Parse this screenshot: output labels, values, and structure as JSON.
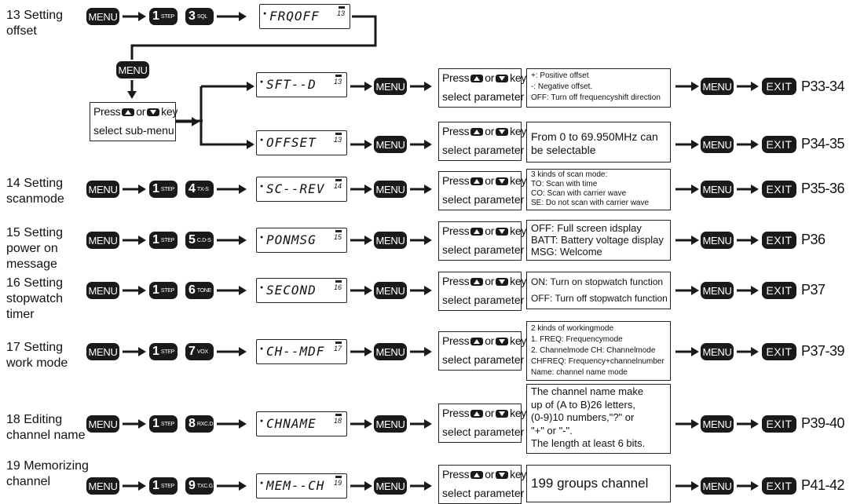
{
  "keys": {
    "menu": "MENU",
    "exit": "EXIT",
    "step": "STEP"
  },
  "press": {
    "press_word": "Press",
    "or_word": "or",
    "key_word": "key",
    "select_parameter": "select parameter",
    "select_submenu": "select sub-menu"
  },
  "icons": {
    "up_key": "up-arrow-key-icon",
    "down_key": "down-arrow-key-icon",
    "flow_arrow": "right-arrow-icon"
  },
  "rows": {
    "r13": {
      "label": "13 Setting\noffset",
      "key1": {
        "num": "1",
        "sub": "STEP"
      },
      "key2": {
        "num": "3",
        "sub": "SQL"
      },
      "lcd": {
        "text": "FRQOFF",
        "ch": "13"
      },
      "sft": {
        "lcd": {
          "text": "SFT--D",
          "ch": "13"
        },
        "info": [
          "+: Positive offset",
          "-: Negative offset.",
          "OFF: Turn off frequencyshift direction"
        ],
        "page": "P33-34"
      },
      "offset": {
        "lcd": {
          "text": "OFFSET",
          "ch": "13"
        },
        "info": [
          "From 0 to 69.950MHz can",
          "be selectable"
        ],
        "page": "P34-35"
      }
    },
    "r14": {
      "label": "14 Setting\nscanmode",
      "key2": {
        "num": "4",
        "sub": "TX-S"
      },
      "lcd": {
        "text": "SC--REV",
        "ch": "14"
      },
      "info": [
        "3 kinds of  scan mode:",
        "TO: Scan with time",
        "CO: Scan with carrier wave",
        "SE: Do not scan with carrier wave"
      ],
      "page": "P35-36"
    },
    "r15": {
      "label": "15 Setting\npower on\nmessage",
      "key2": {
        "num": "5",
        "sub": "C.D-S"
      },
      "lcd": {
        "text": "PONMSG",
        "ch": "15"
      },
      "info": [
        "OFF: Full screen idsplay",
        "BATT: Battery voltage display",
        "MSG: Welcome"
      ],
      "page": "P36"
    },
    "r16": {
      "label": "16 Setting\nstopwatch\ntimer",
      "key2": {
        "num": "6",
        "sub": "TONE"
      },
      "lcd": {
        "text": "SECOND",
        "ch": "16"
      },
      "info": [
        "ON: Turn on stopwatch function",
        "OFF: Turn off stopwatch function"
      ],
      "page": "P37"
    },
    "r17": {
      "label": "17 Setting\nwork mode",
      "key2": {
        "num": "7",
        "sub": "VOX"
      },
      "lcd": {
        "text": "CH--MDF",
        "ch": "17"
      },
      "info": [
        "2 kinds of workingmode",
        "1. FREQ: Frequencymode",
        "2. Channelmode CH: Channelmode",
        "CHFREQ: Frequency+channelnumber",
        "Name: channel name mode"
      ],
      "page": "P37-39"
    },
    "r18": {
      "label": "18 Editing\nchannel name",
      "key2": {
        "num": "8",
        "sub": "RXC.D"
      },
      "lcd": {
        "text": "CHNAME",
        "ch": "18"
      },
      "info": [
        "The channel name make",
        "up of (A to B)26 letters,",
        "(0-9)10 numbers,\"?\" or",
        "\"+\" or \"-\".",
        "The length at least 6 bits."
      ],
      "page": "P39-40"
    },
    "r19": {
      "label": "19 Memorizing\n   channel",
      "key2": {
        "num": "9",
        "sub": "TXC.G"
      },
      "lcd": {
        "text": "MEM--CH",
        "ch": "19"
      },
      "info": [
        "199 groups channel"
      ],
      "page": "P41-42"
    }
  },
  "colors": {
    "ink": "#1a1a1a",
    "paper": "#ffffff"
  }
}
